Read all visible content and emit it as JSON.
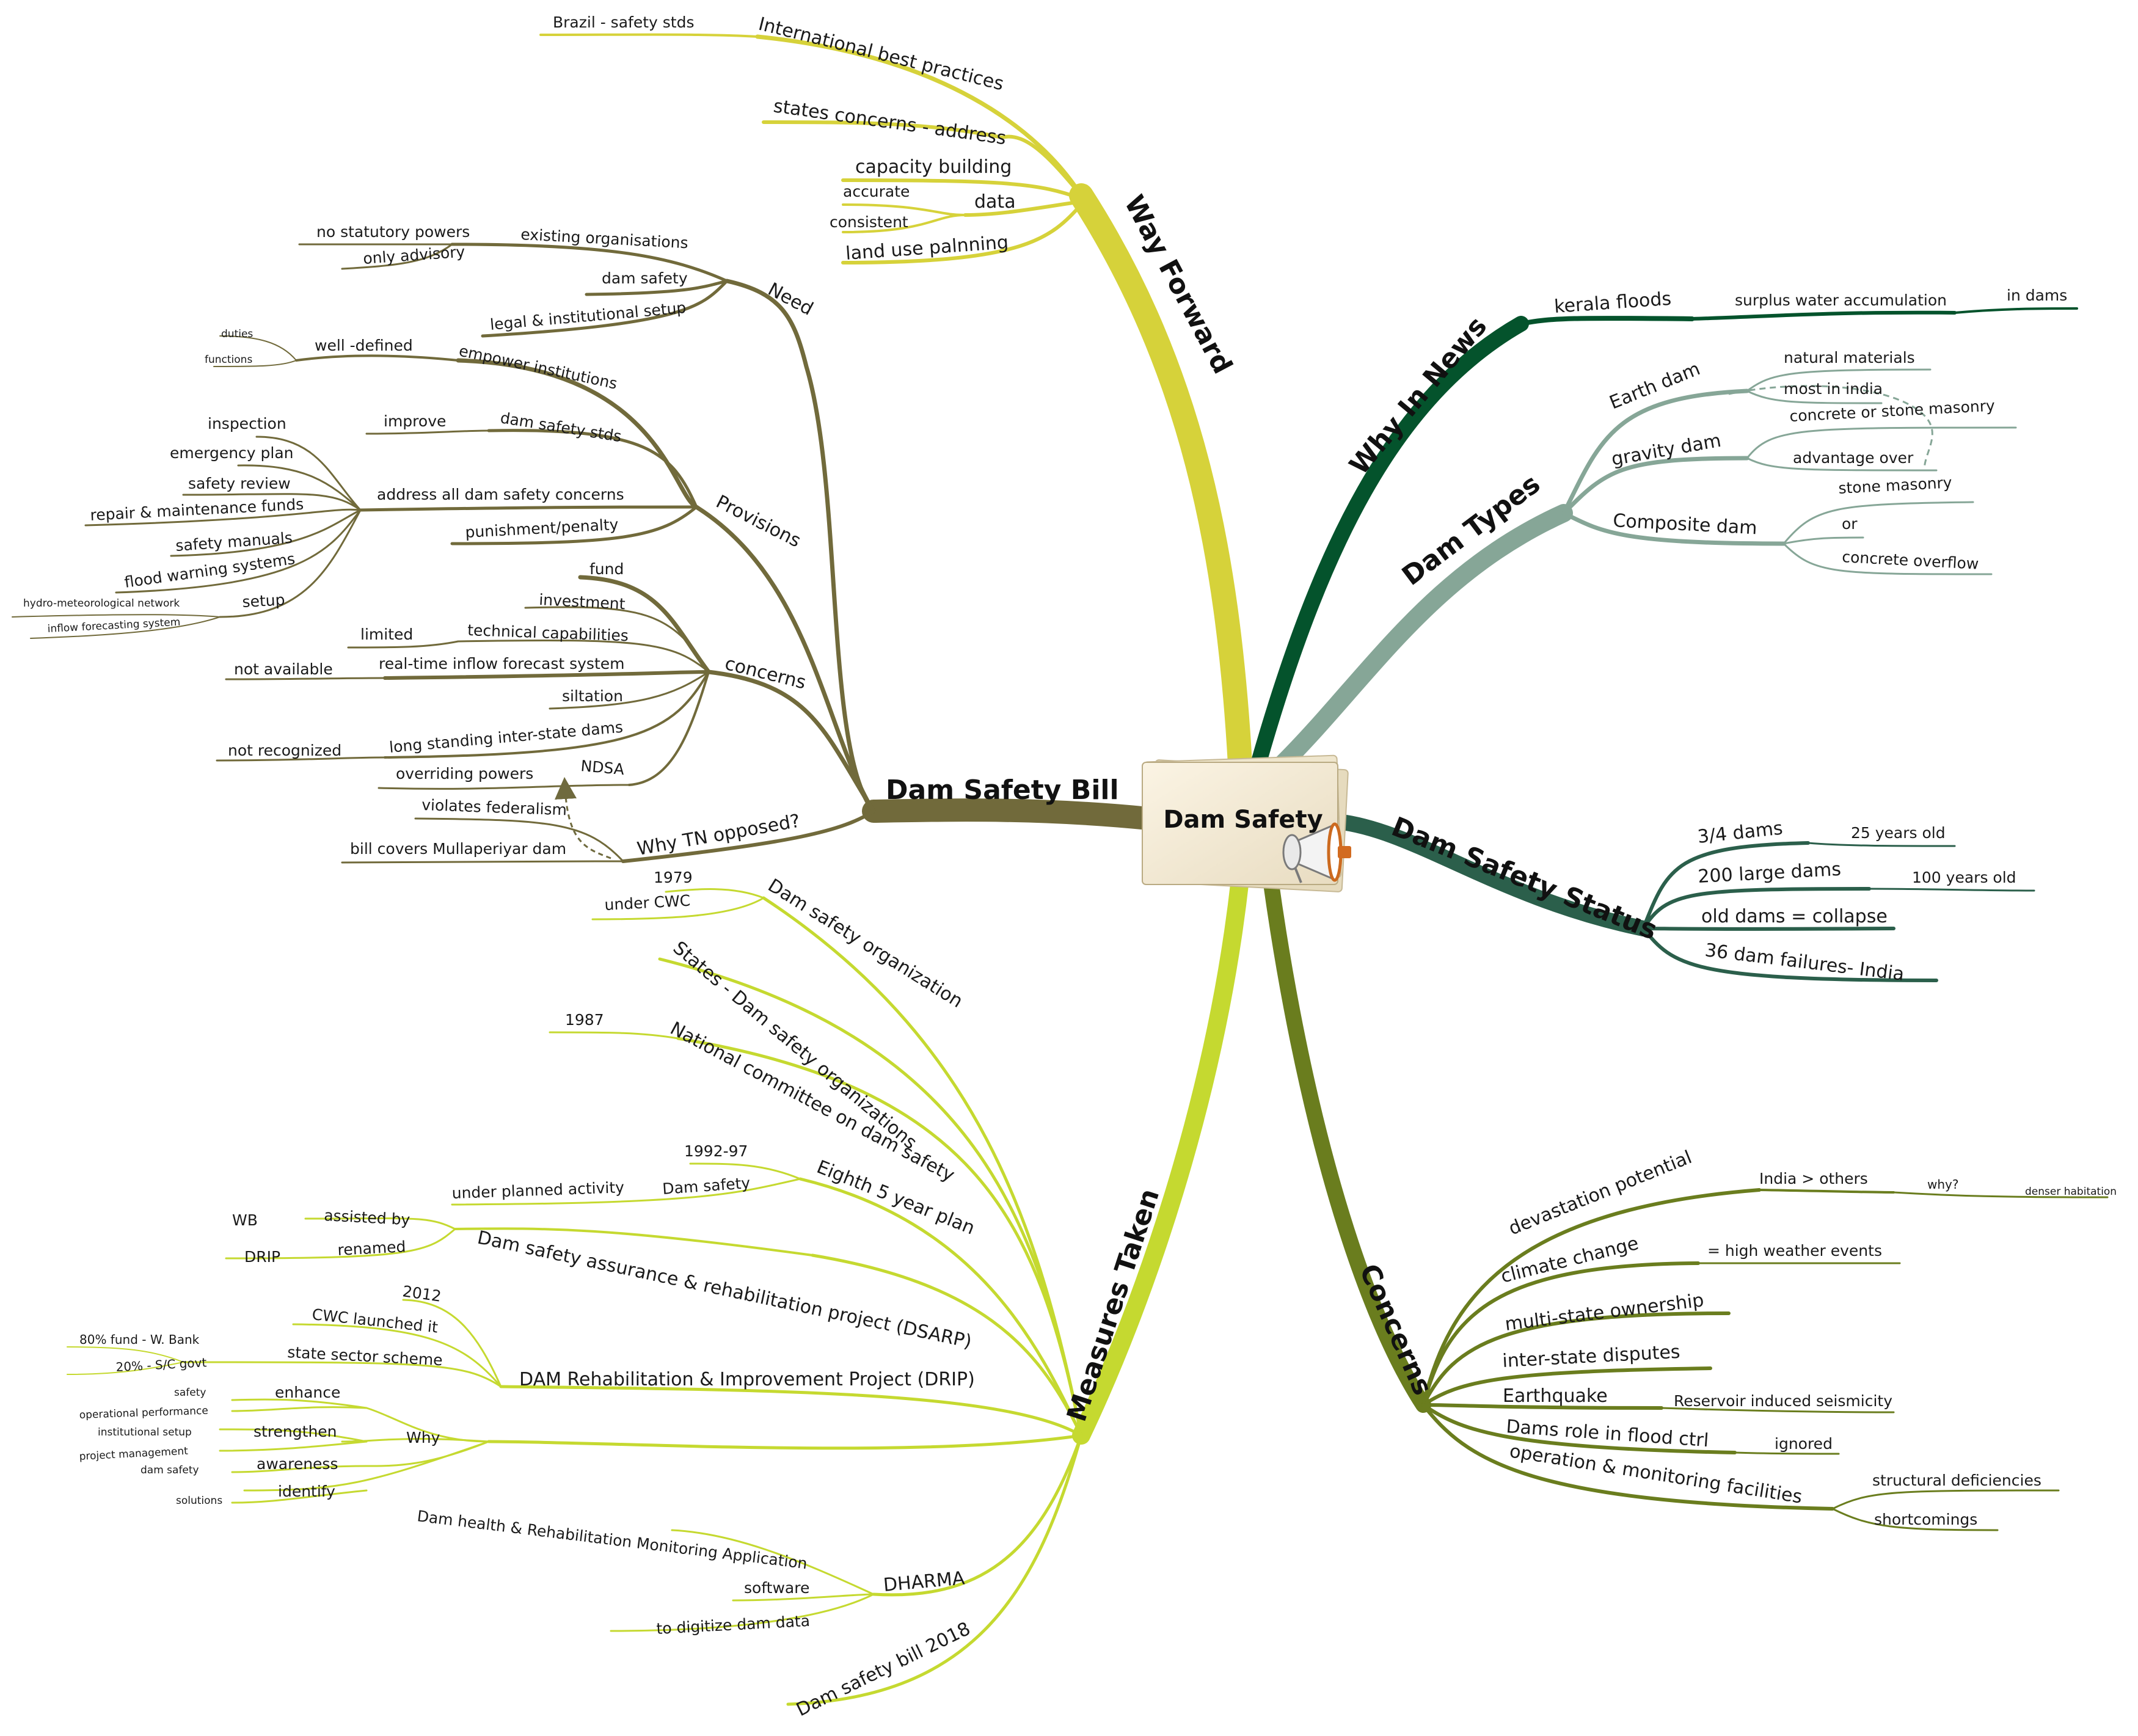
{
  "center": {
    "title": "Dam Safety"
  },
  "colors": {
    "way_forward": "#d6d23a",
    "why_in_news": "#04532c",
    "dam_types": "#86a697",
    "status": "#2b5f4b",
    "concerns": "#6a7d1e",
    "measures": "#c5d930",
    "bill": "#716a3b"
  },
  "way_forward": {
    "title": "Way Forward",
    "international": "International best practices",
    "brazil": "Brazil - safety stds",
    "states_concerns": "states concerns - address",
    "capacity": "capacity building",
    "data": "data",
    "accurate": "accurate",
    "consistent": "consistent",
    "land_use": "land use palnning"
  },
  "why_in_news": {
    "title": "Why In News",
    "kerala": "kerala floods",
    "surplus": "surplus water accumulation",
    "in_dams": "in dams"
  },
  "dam_types": {
    "title": "Dam Types",
    "earth": "Earth dam",
    "natural": "natural materials",
    "most_india": "most in india",
    "gravity": "gravity dam",
    "concrete_stone": "concrete or stone masonry",
    "advantage": "advantage over",
    "composite": "Composite dam",
    "stone_masonry": "stone masonry",
    "or": "or",
    "concrete_overflow": "concrete overflow"
  },
  "status": {
    "title": "Dam Safety Status",
    "three_fourth": "3/4 dams",
    "twentyfive": "25 years old",
    "large": "200 large dams",
    "hundred": "100 years old",
    "old": "old dams = collapse",
    "failures": "36 dam failures- India"
  },
  "concerns": {
    "title": "Concerns",
    "devastation": "devastation potential",
    "india_others": "India > others",
    "why": "why?",
    "denser": "denser habitation",
    "climate": "climate change",
    "high_weather": "= high weather events",
    "multi_state": "multi-state ownership",
    "inter_state": "inter-state disputes",
    "earthquake": "Earthquake",
    "ris": "Reservoir induced seismicity",
    "flood_ctrl": "Dams role in flood ctrl",
    "ignored": "ignored",
    "operation": "operation & monitoring facilities",
    "structural": "structural deficiencies",
    "shortcomings": "shortcomings"
  },
  "measures": {
    "title": "Measures Taken",
    "dso": "Dam safety organization",
    "y1979": "1979",
    "under_cwc": "under CWC",
    "states_dso": "States - Dam safety organizations",
    "ncds": "National committee on dam safety",
    "y1987": "1987",
    "eighth": "Eighth 5 year plan",
    "y1992": "1992-97",
    "dam_safety": "Dam safety",
    "planned": "under planned activity",
    "dsarp": "Dam safety assurance & rehabilitation project (DSARP)",
    "assisted": "assisted by",
    "wb": "WB",
    "renamed": "renamed",
    "drip_short": "DRIP",
    "drip": "DAM Rehabilitation & Improvement Project (DRIP)",
    "y2012": "2012",
    "cwc_launched": "CWC launched it",
    "state_sector": "state sector scheme",
    "fund80": "80% fund - W. Bank",
    "sc20": "20% - S/C govt",
    "why": "Why",
    "enhance": "enhance",
    "safety": "safety",
    "op_perf": "operational performance",
    "strengthen": "strengthen",
    "inst_setup": "institutional setup",
    "proj_mgmt": "project management",
    "awareness": "awareness",
    "dam_safety_small": "dam safety",
    "identify": "identify",
    "solutions": "solutions",
    "dharma": "DHARMA",
    "dharma_full": "Dam health & Rehabilitation Monitoring Application",
    "software": "software",
    "digitize": "to digitize dam data",
    "bill2018": "Dam safety bill 2018"
  },
  "bill": {
    "title": "Dam Safety Bill",
    "need": "Need",
    "existing_orgs": "existing organisations",
    "no_statutory": "no statutory powers",
    "only_advisory": "only advisory",
    "dam_safety": "dam safety",
    "legal": "legal & institutional setup",
    "provisions": "Provisions",
    "empower": "empower institutions",
    "well_defined": "well -defined",
    "duties": "duties",
    "functions": "functions",
    "stds": "dam safety stds",
    "improve": "improve",
    "address": "address all dam safety concerns",
    "inspection": "inspection",
    "emergency": "emergency plan",
    "review": "safety review",
    "repair": "repair & maintenance funds",
    "manuals": "safety manuals",
    "flood_warning": "flood warning systems",
    "setup": "setup",
    "hydro": "hydro-meteorological network",
    "inflow_system": "inflow forecasting system",
    "punishment": "punishment/penalty",
    "concerns": "concerns",
    "fund": "fund",
    "investment": "investment",
    "technical": "technical capabilities",
    "limited": "limited",
    "realtime": "real-time inflow forecast system",
    "not_available": "not available",
    "siltation": "siltation",
    "long_standing": "long standing inter-state dams",
    "not_recognized": "not recognized",
    "ndsa": "NDSA",
    "overriding": "overriding powers",
    "tn": "Why TN opposed?",
    "federalism": "violates federalism",
    "mullaperiyar": "bill covers Mullaperiyar dam"
  }
}
